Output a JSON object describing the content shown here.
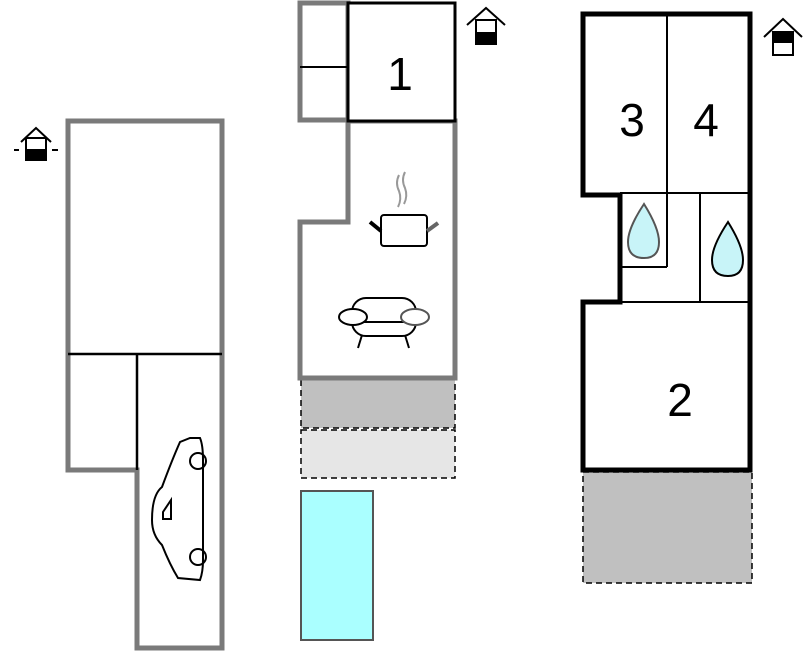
{
  "title": "Floor plan",
  "floors": [
    {
      "name": "lower-floor",
      "icon": "floor-lower-icon",
      "rooms": [],
      "features": [
        "car-icon"
      ]
    },
    {
      "name": "ground-floor",
      "icon": "floor-ground-icon",
      "rooms": [
        {
          "label": "1"
        }
      ],
      "features": [
        "kitchen-pot-icon",
        "sofa-icon",
        "terrace",
        "pool"
      ]
    },
    {
      "name": "upper-floor",
      "icon": "floor-upper-icon",
      "rooms": [
        {
          "label": "2"
        },
        {
          "label": "3"
        },
        {
          "label": "4"
        }
      ],
      "features": [
        "bathroom-drop-icon",
        "bathroom-drop-icon",
        "terrace"
      ]
    }
  ],
  "colors": {
    "wall_gray": "#7a7a7a",
    "wall_black": "#000000",
    "terrace_dark": "#c0c0c0",
    "terrace_light": "#e6e6e6",
    "pool": "#aaffff",
    "water": "#c8f4f8"
  }
}
